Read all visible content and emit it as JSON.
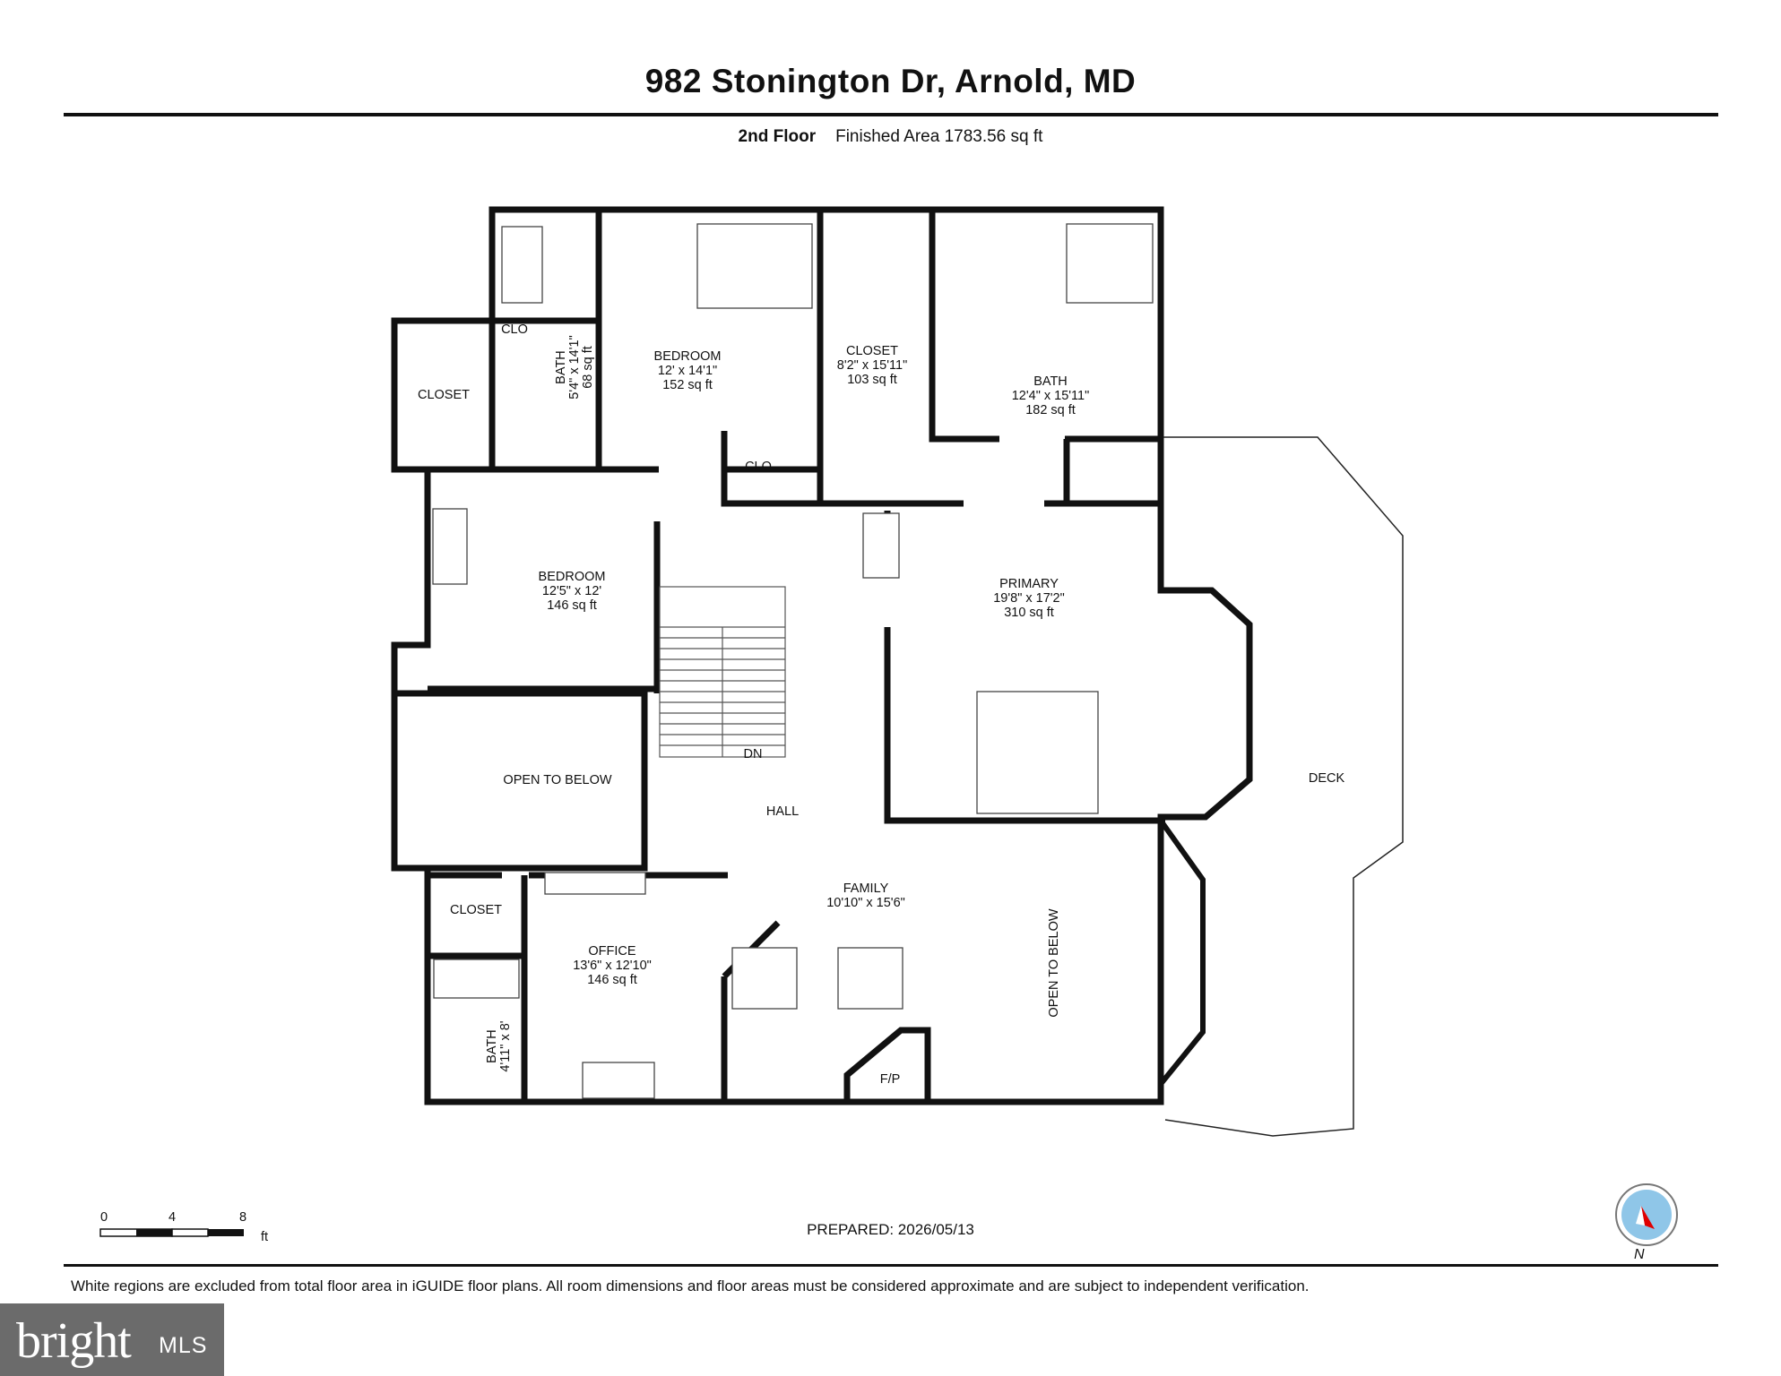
{
  "title": "982 Stonington Dr, Arnold, MD",
  "floor": {
    "name": "2nd Floor",
    "finished_area": "Finished Area 1783.56 sq ft"
  },
  "rooms": {
    "bedroom_top": {
      "name": "BEDROOM",
      "dims": "12' x 14'1\"",
      "area": "152 sq ft"
    },
    "closet_top": {
      "name": "CLOSET",
      "dims": "8'2\" x 15'11\"",
      "area": "103 sq ft"
    },
    "bath_primary": {
      "name": "BATH",
      "dims": "12'4\" x 15'11\"",
      "area": "182 sq ft"
    },
    "bath_small": {
      "name": "BATH",
      "dims": "5'4\" x 14'1\"",
      "area": "68 sq ft"
    },
    "clo_top": {
      "name": "CLO"
    },
    "clo_mid": {
      "name": "CLO"
    },
    "closet_left": {
      "name": "CLOSET"
    },
    "bedroom_left": {
      "name": "BEDROOM",
      "dims": "12'5\" x 12'",
      "area": "146 sq ft"
    },
    "primary": {
      "name": "PRIMARY",
      "dims": "19'8\" x 17'2\"",
      "area": "310 sq ft"
    },
    "open_below_left": {
      "name": "OPEN TO BELOW"
    },
    "hall": {
      "name": "HALL"
    },
    "stairs": {
      "name": "DN"
    },
    "deck": {
      "name": "DECK"
    },
    "closet_office": {
      "name": "CLOSET"
    },
    "office": {
      "name": "OFFICE",
      "dims": "13'6\" x 12'10\"",
      "area": "146 sq ft"
    },
    "family": {
      "name": "FAMILY",
      "dims": "10'10\" x 15'6\""
    },
    "bath_office": {
      "name": "BATH",
      "dims": "4'11\" x 8'"
    },
    "fireplace": {
      "name": "F/P"
    },
    "open_below_right": {
      "name": "OPEN TO BELOW"
    }
  },
  "scale_bar": {
    "ticks": [
      "0",
      "4",
      "8"
    ],
    "unit": "ft"
  },
  "prepared": "PREPARED: 2026/05/13",
  "compass": {
    "label": "N",
    "icon": "compass-icon",
    "needle_color": "#e00000",
    "face_color": "#8fc6e8"
  },
  "disclaimer": "White regions are excluded from total floor area in iGUIDE floor plans. All room dimensions and floor areas must be considered approximate and are subject to independent verification.",
  "logo": {
    "brand": "bright",
    "suffix": "MLS"
  }
}
